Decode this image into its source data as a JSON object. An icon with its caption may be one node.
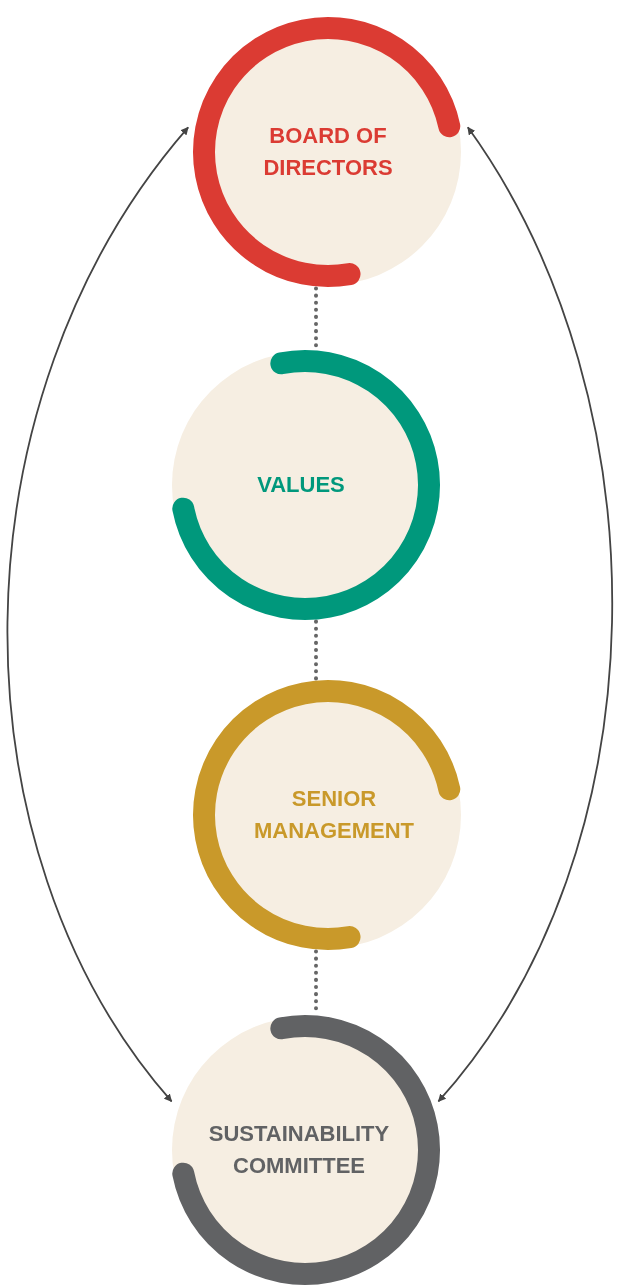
{
  "diagram": {
    "nodes": [
      {
        "text": [
          "BOARD OF DIRECTORS"
        ]
      },
      {
        "text": [
          "VALUES"
        ]
      },
      {
        "text": [
          "SENIOR MANAGEMENT"
        ]
      },
      {
        "text": [
          "SUSTAINABILITY COMMITTEE"
        ]
      }
    ],
    "edges": [
      {
        "from": 0,
        "to": 1,
        "arrow": "none",
        "style": "dashed"
      },
      {
        "from": 1,
        "to": 2,
        "arrow": "none",
        "style": "dashed"
      },
      {
        "from": 2,
        "to": 3,
        "arrow": "none",
        "style": "dashed"
      },
      {
        "from": 0,
        "to": 3,
        "arrow": "both"
      },
      {
        "from": 0,
        "to": 3,
        "arrow": "both"
      }
    ]
  }
}
